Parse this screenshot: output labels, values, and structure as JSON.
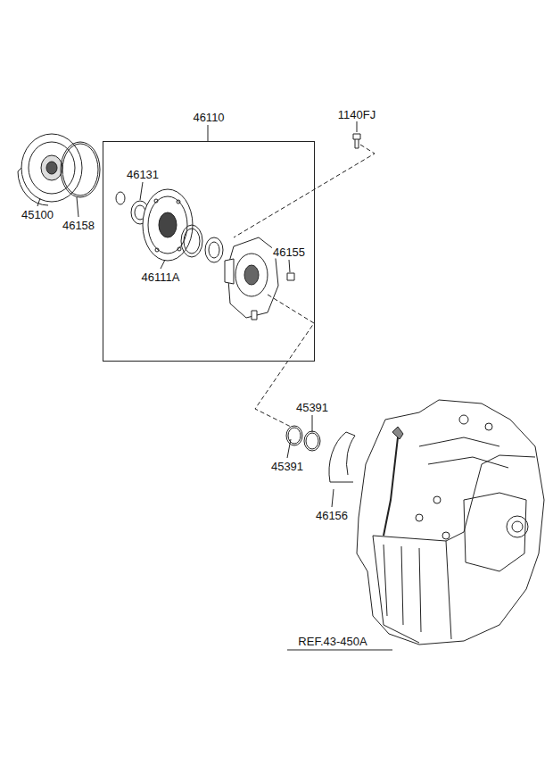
{
  "diagram": {
    "nodes": [
      {
        "text": [
          "46110"
        ]
      }
    ],
    "labels": [
      "1140FJ",
      "46131",
      "45100",
      "46158",
      "46111A",
      "46155",
      "45391",
      "45391",
      "46156",
      "REF.43-450A"
    ]
  }
}
